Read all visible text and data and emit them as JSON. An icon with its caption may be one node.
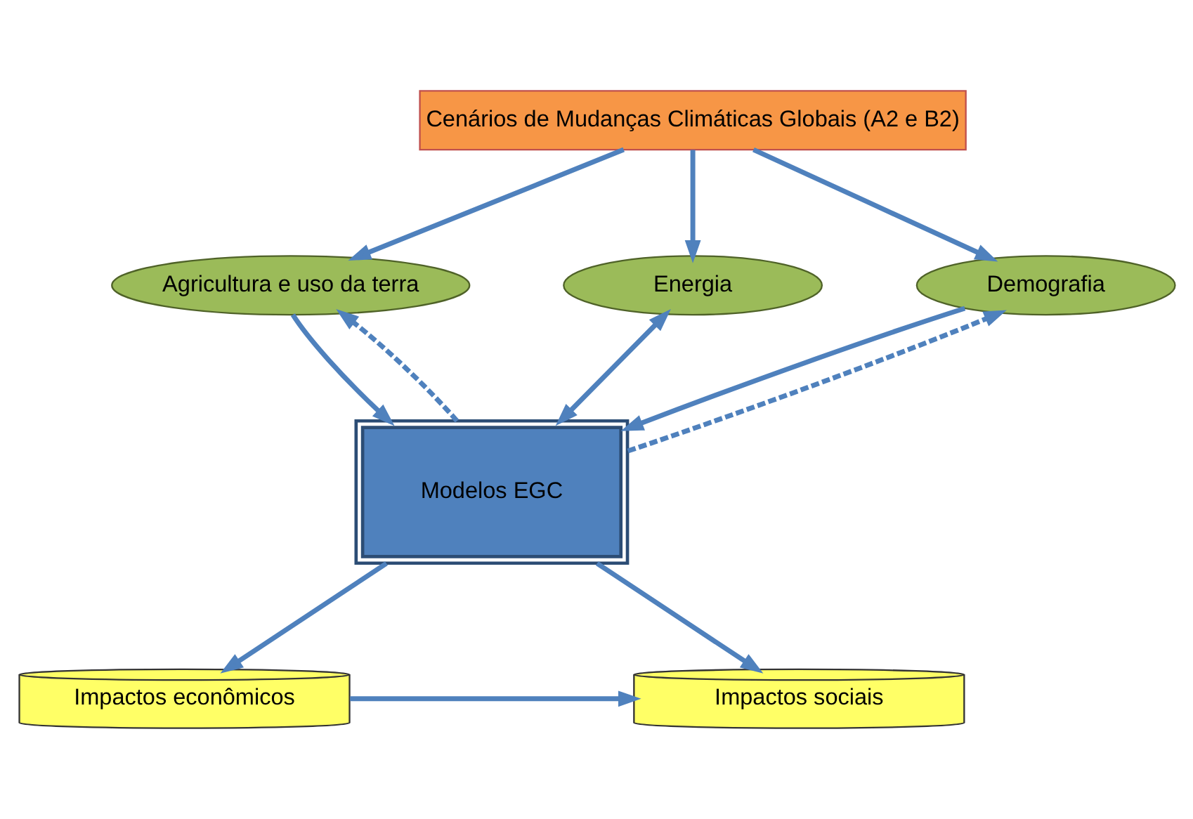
{
  "diagram": {
    "nodes": [
      {
        "text": [
          "Cenários de Mudanças Climáticas Globais (A2 e B2)"
        ]
      },
      {
        "text": [
          "Agricultura e uso da terra"
        ]
      },
      {
        "text": [
          "Energia"
        ]
      },
      {
        "text": [
          "Demografia"
        ]
      },
      {
        "text": [
          "Modelos EGC"
        ]
      },
      {
        "text": [
          "Impactos econômicos"
        ]
      },
      {
        "text": [
          "Impactos sociais"
        ]
      }
    ],
    "edges": [
      {
        "from": 0,
        "to": 1,
        "arrow": "to"
      },
      {
        "from": 0,
        "to": 2,
        "arrow": "to"
      },
      {
        "from": 0,
        "to": 3,
        "arrow": "to"
      },
      {
        "from": 1,
        "to": 4,
        "arrow": "to"
      },
      {
        "from": 4,
        "to": 2,
        "arrow": "both"
      },
      {
        "from": 3,
        "to": 4,
        "arrow": "to"
      },
      {
        "from": 4,
        "to": 1,
        "arrow": "to",
        "style": "dashed"
      },
      {
        "from": 4,
        "to": 3,
        "arrow": "to",
        "style": "dashed"
      },
      {
        "from": 4,
        "to": 5,
        "arrow": "to"
      },
      {
        "from": 4,
        "to": 6,
        "arrow": "to"
      },
      {
        "from": 5,
        "to": 6,
        "arrow": "to"
      }
    ]
  }
}
